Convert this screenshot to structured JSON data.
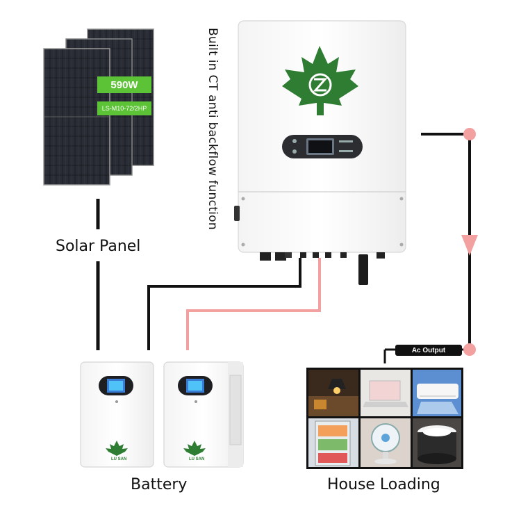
{
  "solar_panel": {
    "wattage": "590W",
    "model": "LS-M10-72/2HP",
    "label": "Solar Panel"
  },
  "inverter": {
    "feature_label": "Built in CT anti backflow function"
  },
  "battery": {
    "label": "Battery",
    "brand": "LU SAN"
  },
  "load": {
    "ac_output_label": "Ac Output",
    "label": "House Loading"
  },
  "colors": {
    "black_line": "#111111",
    "pink_line": "#f2a0a0",
    "brand_green": "#2e7d32",
    "label_green": "#5cc236"
  }
}
